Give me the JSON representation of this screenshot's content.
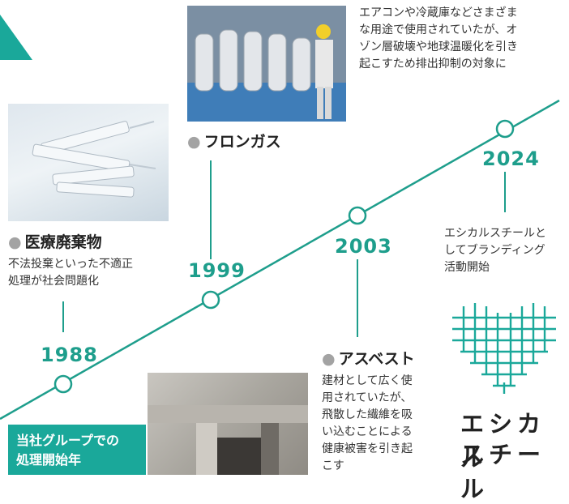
{
  "colors": {
    "accent": "#1e9e8c",
    "line": "#1e9e8c",
    "bullet": "#a3a3a3",
    "badge": "#1aa89a"
  },
  "events": [
    {
      "year": "1988",
      "title": "医療廃棄物",
      "desc_lines": [
        "不法投棄といった不適正",
        "処理が社会問題化"
      ]
    },
    {
      "year": "1999",
      "title": "フロンガス",
      "desc_lines": [
        "エアコンや冷蔵庫などさまざま",
        "な用途で使用されていたが、オ",
        "ゾン層破壊や地球温暖化を引き",
        "起こすため排出抑制の対象に"
      ]
    },
    {
      "year": "2003",
      "title": "アスベスト",
      "desc_lines": [
        "建材として広く使",
        "用されていたが、",
        "飛散した繊維を吸",
        "い込むことによる",
        "健康被害を引き起",
        "こす"
      ]
    },
    {
      "year": "2024",
      "title": "",
      "desc_lines": [
        "エシカルスチールと",
        "してブランディング",
        "活動開始"
      ]
    }
  ],
  "bullet": "●",
  "badge_lines": [
    "当社グループでの",
    "処理開始年"
  ],
  "brand": {
    "line1": "エシカル",
    "line2": "スチール"
  }
}
